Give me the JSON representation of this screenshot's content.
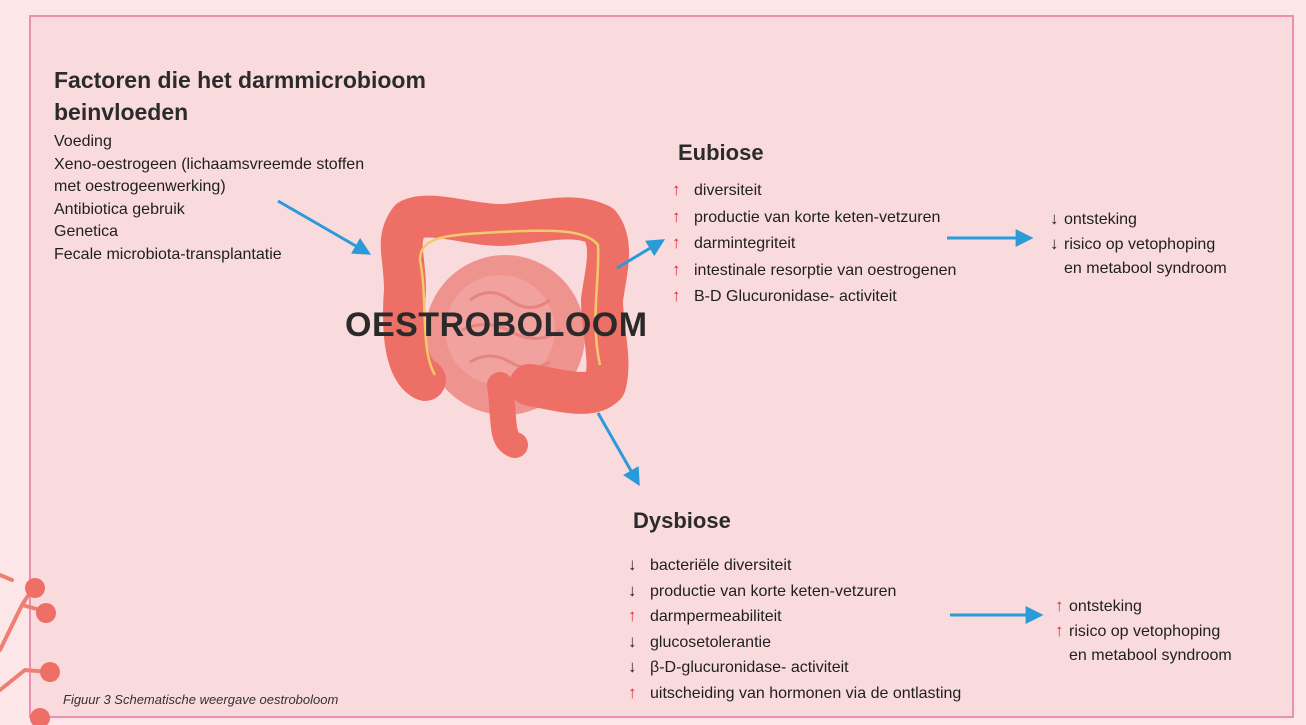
{
  "factors": {
    "title": "Factoren die het darmmicrobioom beinvloeden",
    "items": [
      "Voeding",
      "Xeno-oestrogeen (lichaamsvreemde stoffen",
      "met oestrogeenwerking)",
      "Antibiotica gebruik",
      "Genetica",
      "Fecale microbiota-transplantatie"
    ]
  },
  "center_label": "OESTROBOLOOM",
  "eubiose": {
    "title": "Eubiose",
    "items": [
      {
        "dir": "up",
        "arrow": "↑",
        "text": "diversiteit"
      },
      {
        "dir": "up",
        "arrow": "↑",
        "text": "productie van korte keten-vetzuren"
      },
      {
        "dir": "up",
        "arrow": "↑",
        "text": "darmintegriteit"
      },
      {
        "dir": "up",
        "arrow": "↑",
        "text": "intestinale resorptie van oestrogenen"
      },
      {
        "dir": "up",
        "arrow": "↑",
        "text": "B-D Glucuronidase- activiteit"
      }
    ],
    "effects": [
      {
        "dir": "down",
        "arrow": "↓",
        "text": "ontsteking"
      },
      {
        "dir": "down",
        "arrow": "↓",
        "text": "risico op vetophoping"
      },
      {
        "dir": "none",
        "arrow": "",
        "text": "en metabool syndroom"
      }
    ]
  },
  "dysbiose": {
    "title": "Dysbiose",
    "items": [
      {
        "dir": "down",
        "arrow": "↓",
        "text": "bacteriële diversiteit"
      },
      {
        "dir": "down",
        "arrow": "↓",
        "text": "productie van korte keten-vetzuren"
      },
      {
        "dir": "up",
        "arrow": "↑",
        "text": "darmpermeabiliteit"
      },
      {
        "dir": "down",
        "arrow": "↓",
        "text": "glucosetolerantie"
      },
      {
        "dir": "down",
        "arrow": "↓",
        "text": "β-D-glucuronidase- activiteit"
      },
      {
        "dir": "up",
        "arrow": "↑",
        "text": "uitscheiding van hormonen via de ontlasting"
      }
    ],
    "effects": [
      {
        "dir": "up",
        "arrow": "↑",
        "text": "ontsteking"
      },
      {
        "dir": "up",
        "arrow": "↑",
        "text": "risico op vetophoping"
      },
      {
        "dir": "none",
        "arrow": "",
        "text": "en metabool syndroom"
      }
    ]
  },
  "caption": "Figuur 3 Schematische weergave oestroboloom",
  "colors": {
    "arrow": "#2a9ad8",
    "up": "#e02a36",
    "down": "#222222",
    "intestine": "#f0726b",
    "background": "#fadbdd",
    "border": "#ee8fb1"
  },
  "icons": [
    "intestine-illustration",
    "branch-decoration"
  ]
}
